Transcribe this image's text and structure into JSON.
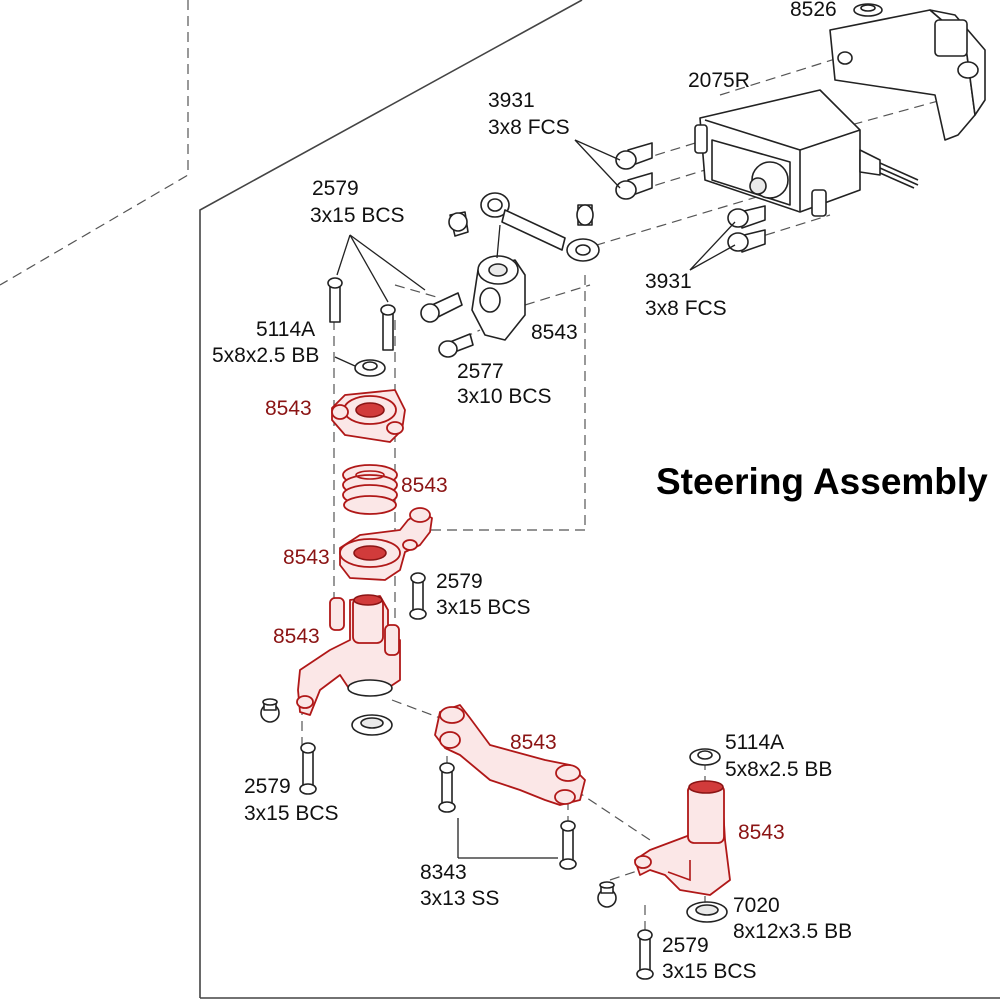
{
  "diagram": {
    "title": "Steering Assembly",
    "labels": {
      "p8526": "8526",
      "p2075r": "2075R",
      "p3931_top_num": "3931",
      "p3931_top_size": "3x8 FCS",
      "p3931_right_num": "3931",
      "p3931_right_size": "3x8 FCS",
      "p2579_top_num": "2579",
      "p2579_top_size": "3x15 BCS",
      "p8543_link": "8543",
      "p2577_num": "2577",
      "p2577_size": "3x10 BCS",
      "p5114a_top_num": "5114A",
      "p5114a_top_size": "5x8x2.5 BB",
      "p8543_cap": "8543",
      "p8543_spring": "8543",
      "p8543_saver": "8543",
      "p2579_mid_num": "2579",
      "p2579_mid_size": "3x15 BCS",
      "p8543_bellcrank_left": "8543",
      "p2579_left_num": "2579",
      "p2579_left_size": "3x15 BCS",
      "p8543_drag_link": "8543",
      "p5114a_right_num": "5114A",
      "p5114a_right_size": "5x8x2.5 BB",
      "p8543_bellcrank_right": "8543",
      "p8343_num": "8343",
      "p8343_size": "3x13 SS",
      "p7020_num": "7020",
      "p7020_size": "8x12x3.5 BB",
      "p2579_bottom_num": "2579",
      "p2579_bottom_size": "3x15 BCS"
    }
  }
}
